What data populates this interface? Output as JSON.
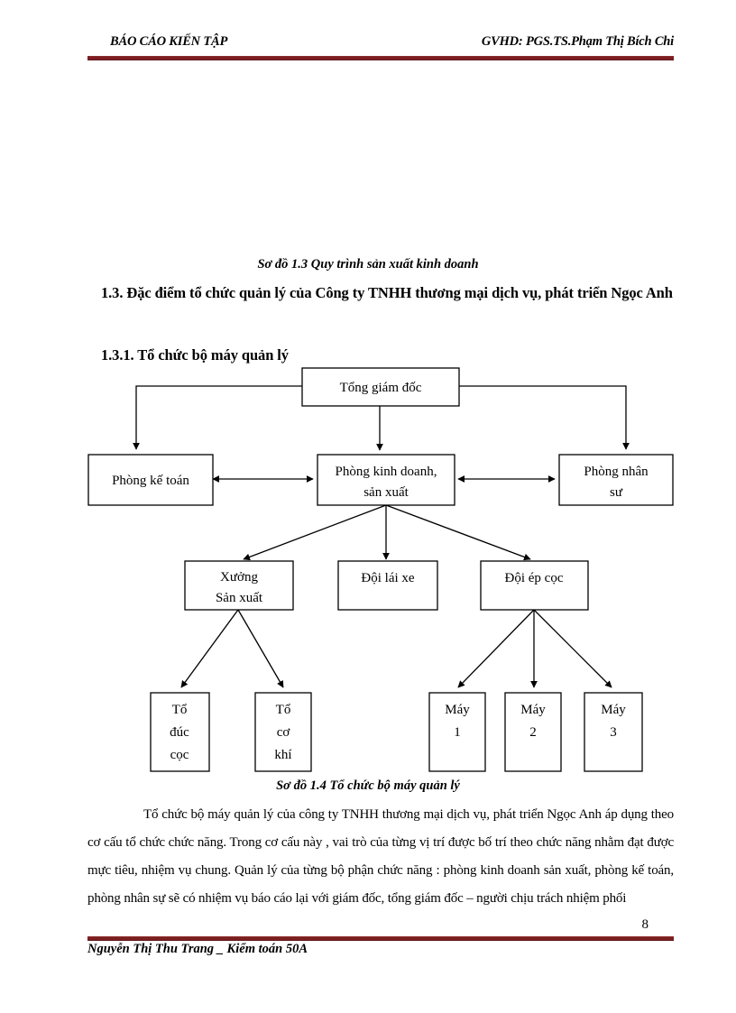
{
  "header": {
    "left_text": "BÁO CÁO KIẾN TẬP",
    "right_text": "GVHD:  PGS.TS.Phạm Thị Bích Chi",
    "rule_color": "#7b1f22"
  },
  "captions": {
    "diagram_13": "Sơ đồ 1.3 Quy trình sản xuất kinh doanh",
    "diagram_14": "Sơ đồ 1.4 Tổ chức bộ máy quản lý"
  },
  "headings": {
    "section_13": "1.3. Đặc điểm tổ chức quản lý của Công ty TNHH thương mại dịch vụ, phát triển Ngọc Anh",
    "section_131": "1.3.1. Tổ chức bộ máy quản lý"
  },
  "body": {
    "paragraph": "Tổ chức bộ máy quản lý của công ty TNHH thương mại dịch vụ, phát triển Ngọc Anh  áp dụng theo cơ cấu tổ chức chức năng. Trong cơ cấu này , vai trò của từng vị trí được bố trí theo chức năng nhằm đạt được mực tiêu, nhiệm vụ chung. Quản lý của từng bộ phận chức năng : phòng kinh doanh sản xuất, phòng kế toán, phòng nhân sự sẽ có nhiệm vụ báo cáo lại với giám đốc, tổng giám đốc – người chịu trách nhiệm phối"
  },
  "footer": {
    "author": "Nguyễn Thị Thu Trang _ Kiểm toán 50A",
    "page_number": "8"
  },
  "chart_data": {
    "type": "diagram",
    "title": "Sơ đồ 1.4 Tổ chức bộ máy quản lý",
    "nodes": {
      "ceo": "Tổng giám đốc",
      "accounting": "Phòng kế toán",
      "sales_line1": "Phòng kinh doanh,",
      "sales_line2": "sản xuất",
      "hr_line1": "Phòng nhân",
      "hr_line2": "sư",
      "workshop_line1": "Xưởng",
      "workshop_line2": "Sản xuất",
      "drivers": "Đội lái xe",
      "piling": "Đội ép cọc",
      "team_cast_l1": "Tổ",
      "team_cast_l2": "đúc",
      "team_cast_l3": "cọc",
      "team_mech_l1": "Tổ",
      "team_mech_l2": "cơ",
      "team_mech_l3": "khí",
      "machine1_l1": "Máy",
      "machine1_l2": "1",
      "machine2_l1": "Máy",
      "machine2_l2": "2",
      "machine3_l1": "Máy",
      "machine3_l2": "3"
    }
  }
}
